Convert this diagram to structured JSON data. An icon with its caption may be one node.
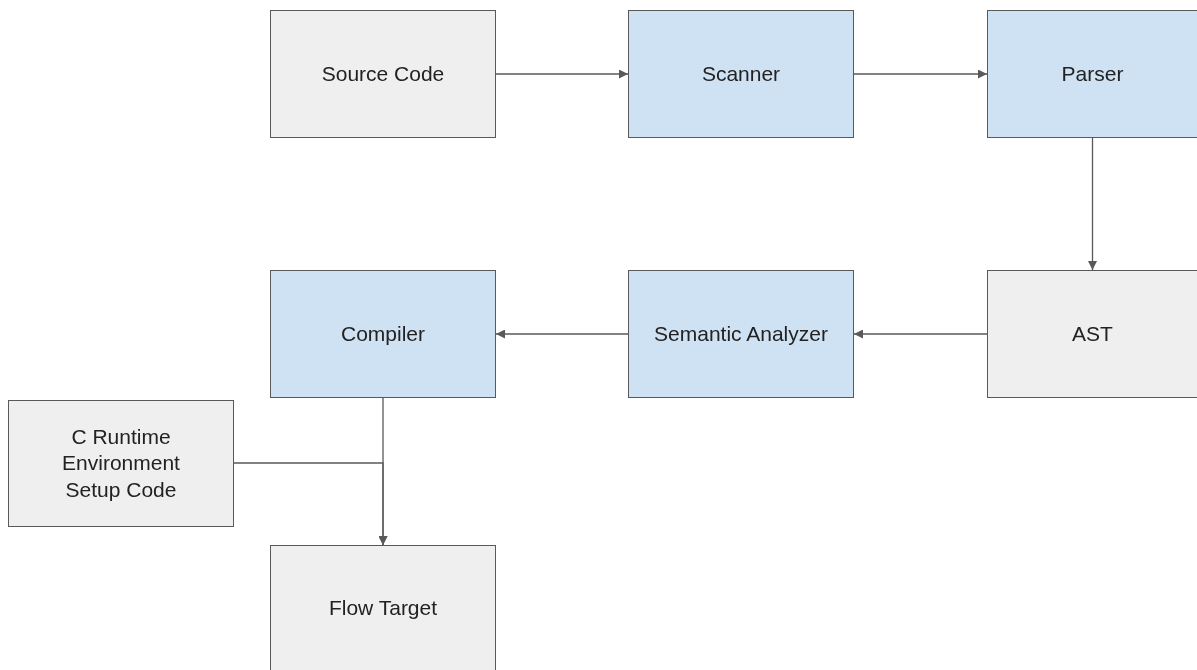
{
  "diagram": {
    "nodes": [
      {
        "text": [
          "Source Code"
        ]
      },
      {
        "text": [
          "Scanner"
        ]
      },
      {
        "text": [
          "Parser"
        ]
      },
      {
        "text": [
          "AST"
        ]
      },
      {
        "text": [
          "Semantic Analyzer"
        ]
      },
      {
        "text": [
          "Compiler"
        ]
      },
      {
        "text": [
          "C Runtime Environment Setup Code"
        ]
      },
      {
        "text": [
          "Flow Target"
        ]
      }
    ],
    "edges": [
      {
        "from": 0,
        "to": 1,
        "arrow": "to"
      },
      {
        "from": 1,
        "to": 2,
        "arrow": "to"
      },
      {
        "from": 2,
        "to": 3,
        "arrow": "to"
      },
      {
        "from": 3,
        "to": 4,
        "arrow": "to"
      },
      {
        "from": 4,
        "to": 5,
        "arrow": "to"
      },
      {
        "from": 5,
        "to": 7,
        "arrow": "to"
      },
      {
        "from": 6,
        "to": 7,
        "arrow": "to"
      }
    ]
  }
}
